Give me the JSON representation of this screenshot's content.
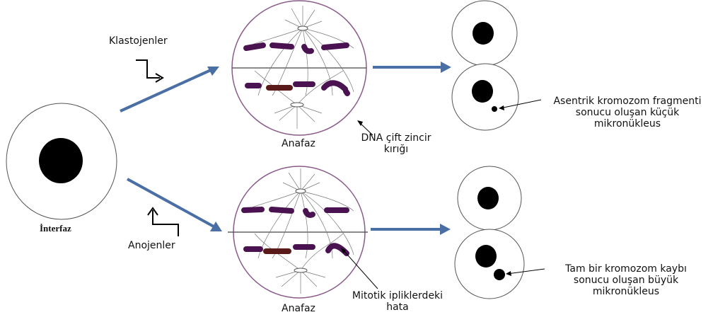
{
  "labels": {
    "interphase": "İnterfaz",
    "clastogens": "Klastojenler",
    "aneugens": "Anojenler",
    "anaphase_top": "Anafaz",
    "anaphase_bottom": "Anafaz",
    "dsb_line1": "DNA çift zincir",
    "dsb_line2": "kırığı",
    "spindle_line1": "Mitotik ipliklerdeki",
    "spindle_line2": "hata",
    "small_mn_line1": "Asentrik kromozom fragmenti",
    "small_mn_line2": "sonucu oluşan küçük",
    "small_mn_line3": "mikronükleus",
    "large_mn_line1": "Tam bir kromozom kaybı",
    "large_mn_line2": "sonucu oluşan büyük",
    "large_mn_line3": "mikronükleus"
  },
  "colors": {
    "arrow": "#4a6fa5",
    "chromosome": "#4a1250",
    "chromosome_fragment": "#5a1a1a",
    "cell_membrane": "#8a5a8a",
    "nucleus": "#000000"
  }
}
